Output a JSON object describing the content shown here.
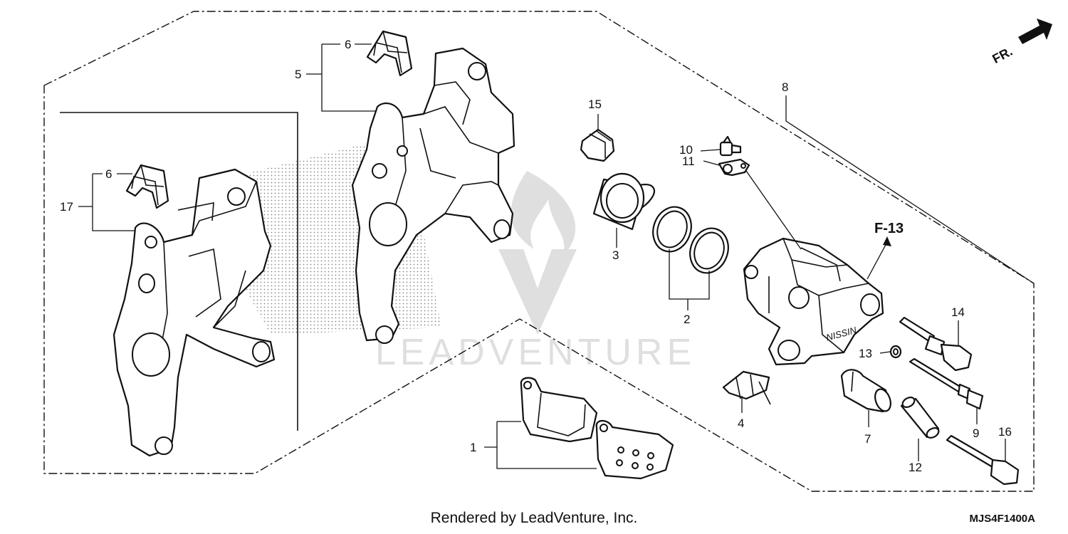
{
  "diagram": {
    "callouts": {
      "c1": "1",
      "c2": "2",
      "c3": "3",
      "c4": "4",
      "c5": "5",
      "c6a": "6",
      "c6b": "6",
      "c7": "7",
      "c8": "8",
      "c9": "9",
      "c10": "10",
      "c11": "11",
      "c12": "12",
      "c13": "13",
      "c14": "14",
      "c15": "15",
      "c16": "16",
      "c17": "17"
    },
    "reference": "F-13",
    "direction": "FR.",
    "caliper_marking": "NISSIN"
  },
  "watermark": {
    "text": "LEADVENTURE"
  },
  "footer": {
    "credit": "Rendered by LeadVenture, Inc.",
    "diagram_code": "MJS4F1400A"
  }
}
